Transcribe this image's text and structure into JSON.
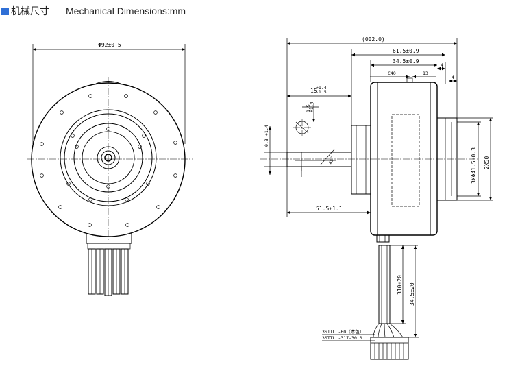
{
  "header": {
    "title_cn": "机械尺寸",
    "title_en": "Mechanical Dimensions:mm",
    "accent_color": "#2f6fd6"
  },
  "front_view": {
    "diameter_label": "Φ92±0.5"
  },
  "side_view": {
    "overall_label": "(002.0)",
    "dim_61": "61.5±0.9",
    "dim_34": "34.5±0.9",
    "dim_c40": "C40",
    "dim_13": "13",
    "dim_4a": "4",
    "dim_4b": "4",
    "dim_15": "15",
    "dim_15_tol_up": "+1.4",
    "dim_15_tol_dn": "-1.5",
    "dim_hole_tol_up": "+1.4",
    "dim_hole_tol_dn": "1.5",
    "dim_03": "0.3",
    "dim_03_tol": "+1.4",
    "angle_45": "45°",
    "dim_shaft": "51.5±1.1",
    "dim_3x": "3XΦ41.5±0.3",
    "dim_2x50": "2X50",
    "dim_310": "310±20",
    "dim_345": "34.5±20",
    "connector_1": "3STTLL-60（本色）",
    "connector_2": "3STTLL-317-30.0"
  }
}
